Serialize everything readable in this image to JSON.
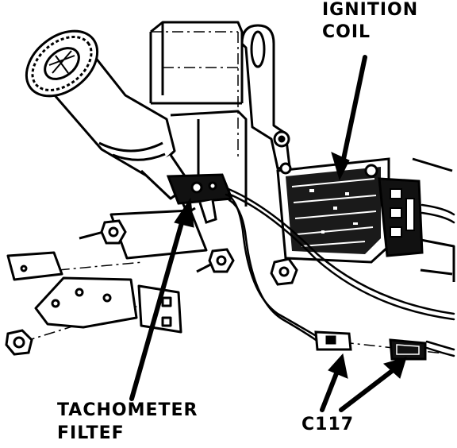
{
  "labels": {
    "ignition_coil": [
      "IGNITION",
      "COIL"
    ],
    "tachometer_filter": [
      "TACHOMETER",
      "FILTEF"
    ],
    "connector": "C117"
  }
}
